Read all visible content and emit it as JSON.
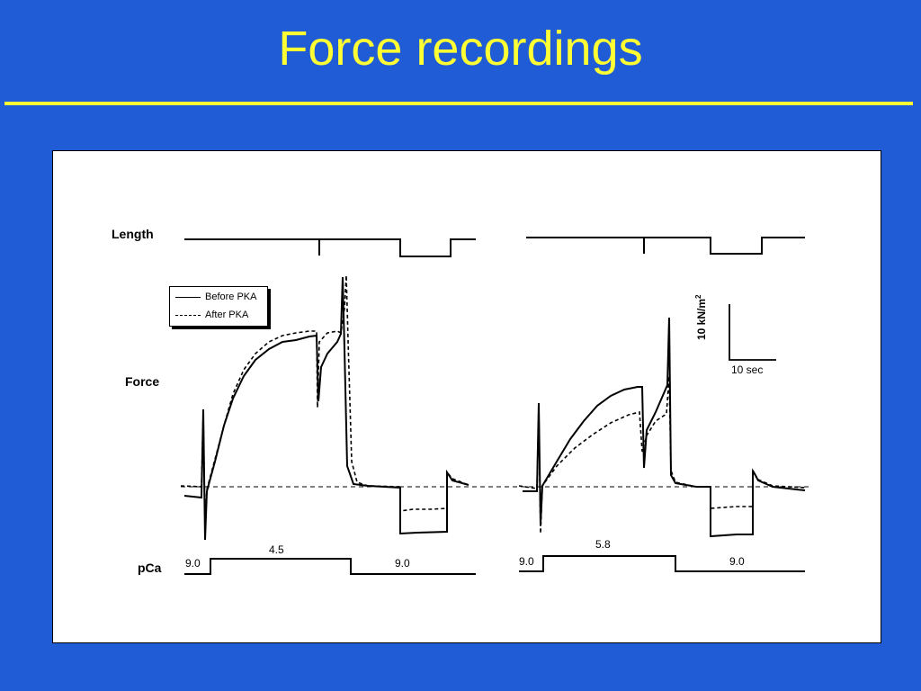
{
  "slide": {
    "title": "Force recordings",
    "title_color": "#ffff33",
    "background_color": "#1f5cd6"
  },
  "figure": {
    "row_labels": {
      "length": "Length",
      "force": "Force",
      "pca": "pCa"
    },
    "legend": {
      "before": "Before PKA",
      "after": "After PKA"
    },
    "scale_bar": {
      "force": "10 kN/m",
      "force_exp": "2",
      "time": "10 sec"
    },
    "left_trace": {
      "pca_start": "9.0",
      "pca_active": "4.5",
      "pca_end": "9.0"
    },
    "right_trace": {
      "pca_start": "9.0",
      "pca_active": "5.8",
      "pca_end": "9.0"
    }
  }
}
